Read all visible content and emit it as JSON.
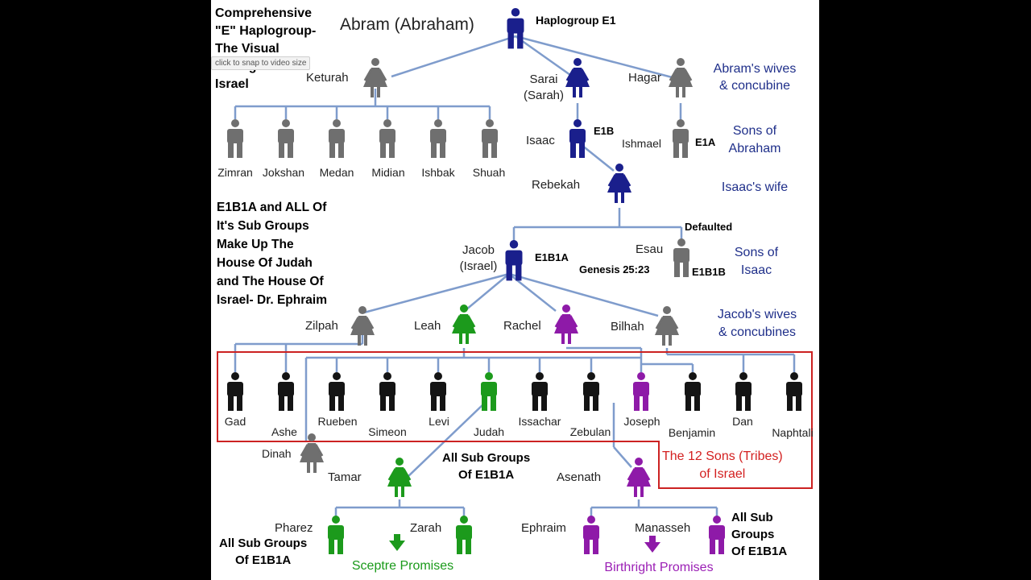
{
  "ui": {
    "tooltip": "click to snap to video size"
  },
  "title_lines": [
    "Comprehensive",
    "\"E\" Haplogroup-",
    "The Visual",
    "Lineage of",
    "Israel"
  ],
  "note_lines": [
    "E1B1A and ALL Of",
    "It's Sub Groups",
    "Make Up The",
    "House Of Judah",
    "and The House Of",
    "Israel- Dr. Ephraim"
  ],
  "people": {
    "abram": "Abram (Abraham)",
    "keturah": "Keturah",
    "sarai": "Sarai",
    "sarah": "(Sarah)",
    "hagar": "Hagar",
    "zimran": "Zimran",
    "jokshan": "Jokshan",
    "medan": "Medan",
    "midian": "Midian",
    "ishbak": "Ishbak",
    "shuah": "Shuah",
    "isaac": "Isaac",
    "ishmael": "Ishmael",
    "rebekah": "Rebekah",
    "jacob": "Jacob",
    "israel": "(Israel)",
    "esau": "Esau",
    "zilpah": "Zilpah",
    "leah": "Leah",
    "rachel": "Rachel",
    "bilhah": "Bilhah",
    "gad": "Gad",
    "ashe": "Ashe",
    "rueben": "Rueben",
    "simeon": "Simeon",
    "levi": "Levi",
    "judah": "Judah",
    "issachar": "Issachar",
    "zebulan": "Zebulan",
    "joseph": "Joseph",
    "benjamin": "Benjamin",
    "dan": "Dan",
    "naphtali": "Naphtali",
    "dinah": "Dinah",
    "tamar": "Tamar",
    "asenath": "Asenath",
    "pharez": "Pharez",
    "zarah": "Zarah",
    "ephraim": "Ephraim",
    "manasseh": "Manasseh"
  },
  "haplogroups": {
    "abram": "Haplogroup E1",
    "isaac": "E1B",
    "ishmael": "E1A",
    "jacob": "E1B1A",
    "esau": "E1B1B",
    "defaulted": "Defaulted",
    "genesis": "Genesis 25:23"
  },
  "side_labels": {
    "wives_l1": "Abram's wives",
    "wives_l2": "& concubine",
    "sons_abraham_l1": "Sons of",
    "sons_abraham_l2": "Abraham",
    "isaacs_wife": "Isaac's wife",
    "sons_isaac_l1": "Sons of",
    "sons_isaac_l2": "Isaac",
    "jacob_wives_l1": "Jacob's wives",
    "jacob_wives_l2": "& concubines",
    "tribes_l1": "The 12 Sons (Tribes)",
    "tribes_l2": "of Israel"
  },
  "annotations": {
    "subgroups_center_l1": "All Sub Groups",
    "subgroups_center_l2": "Of E1B1A",
    "subgroups_left_l1": "All Sub Groups",
    "subgroups_left_l2": "Of E1B1A",
    "subgroups_right_l1": "All Sub",
    "subgroups_right_l2": "Groups",
    "subgroups_right_l3": "Of E1B1A",
    "sceptre": "Sceptre Promises",
    "birthright": "Birthright Promises"
  },
  "colors": {
    "navy": "#1a1f8c",
    "gray": "#6f6f6f",
    "black": "#141414",
    "green": "#1c9a1c",
    "purple": "#8e1aa8",
    "line": "#7f9ccc",
    "box": "#cc2222"
  }
}
